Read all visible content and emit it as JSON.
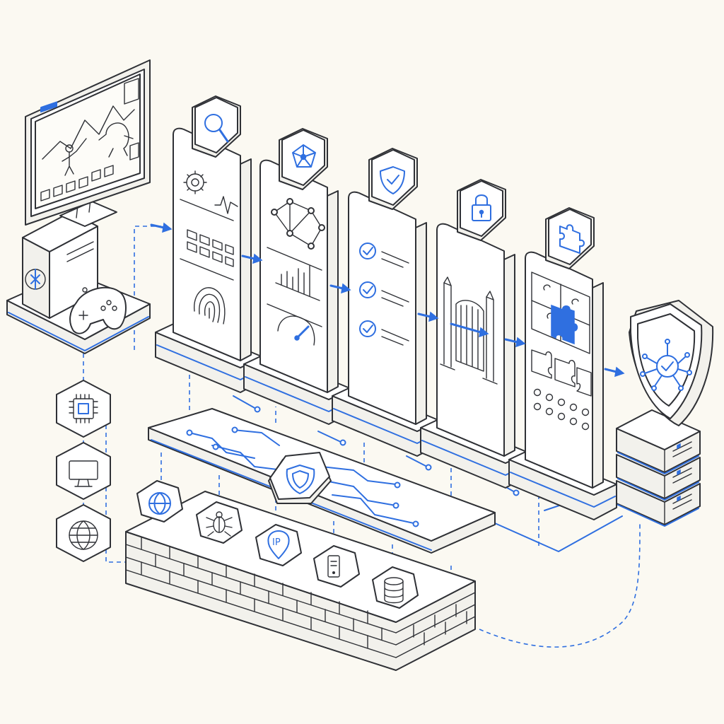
{
  "diagram": {
    "accent_color": "#2f6fe0",
    "line_color": "#2f3136",
    "background_color": "#fbf9f2",
    "client": {
      "icons": [
        "monitor-icon",
        "game-scene-icon",
        "pc-tower-icon",
        "gamepad-icon"
      ]
    },
    "left_stack_icons": [
      "chip-icon",
      "monitor-icon",
      "globe-icon"
    ],
    "pipeline_stages": [
      {
        "id": "analysis",
        "badge_icon": "magnifier-icon",
        "icons": [
          "gear-icon",
          "waveform-icon",
          "grid-icon",
          "fingerprint-icon"
        ]
      },
      {
        "id": "network",
        "badge_icon": "network-node-icon",
        "icons": [
          "network-graph-icon",
          "bar-chart-icon",
          "gauge-icon"
        ]
      },
      {
        "id": "verification",
        "badge_icon": "shield-check-icon",
        "icons": [
          "check-icon",
          "check-icon",
          "check-icon"
        ]
      },
      {
        "id": "access",
        "badge_icon": "padlock-icon",
        "icons": [
          "gate-icon"
        ]
      },
      {
        "id": "puzzle",
        "badge_icon": "puzzle-piece-icon",
        "icons": [
          "puzzle-grid-icon",
          "puzzle-row-icon",
          "dot-grid-icon"
        ]
      }
    ],
    "protected_server": {
      "icons": [
        "shield-circuit-icon",
        "server-rack-icon"
      ]
    },
    "filter_layer": {
      "badge_icon": "shield-hexagon-icon"
    },
    "firewall": {
      "icons": [
        "globe-icon",
        "bug-icon",
        "ip-pin-icon",
        "server-icon",
        "database-icon"
      ],
      "ip_label": "IP"
    }
  }
}
